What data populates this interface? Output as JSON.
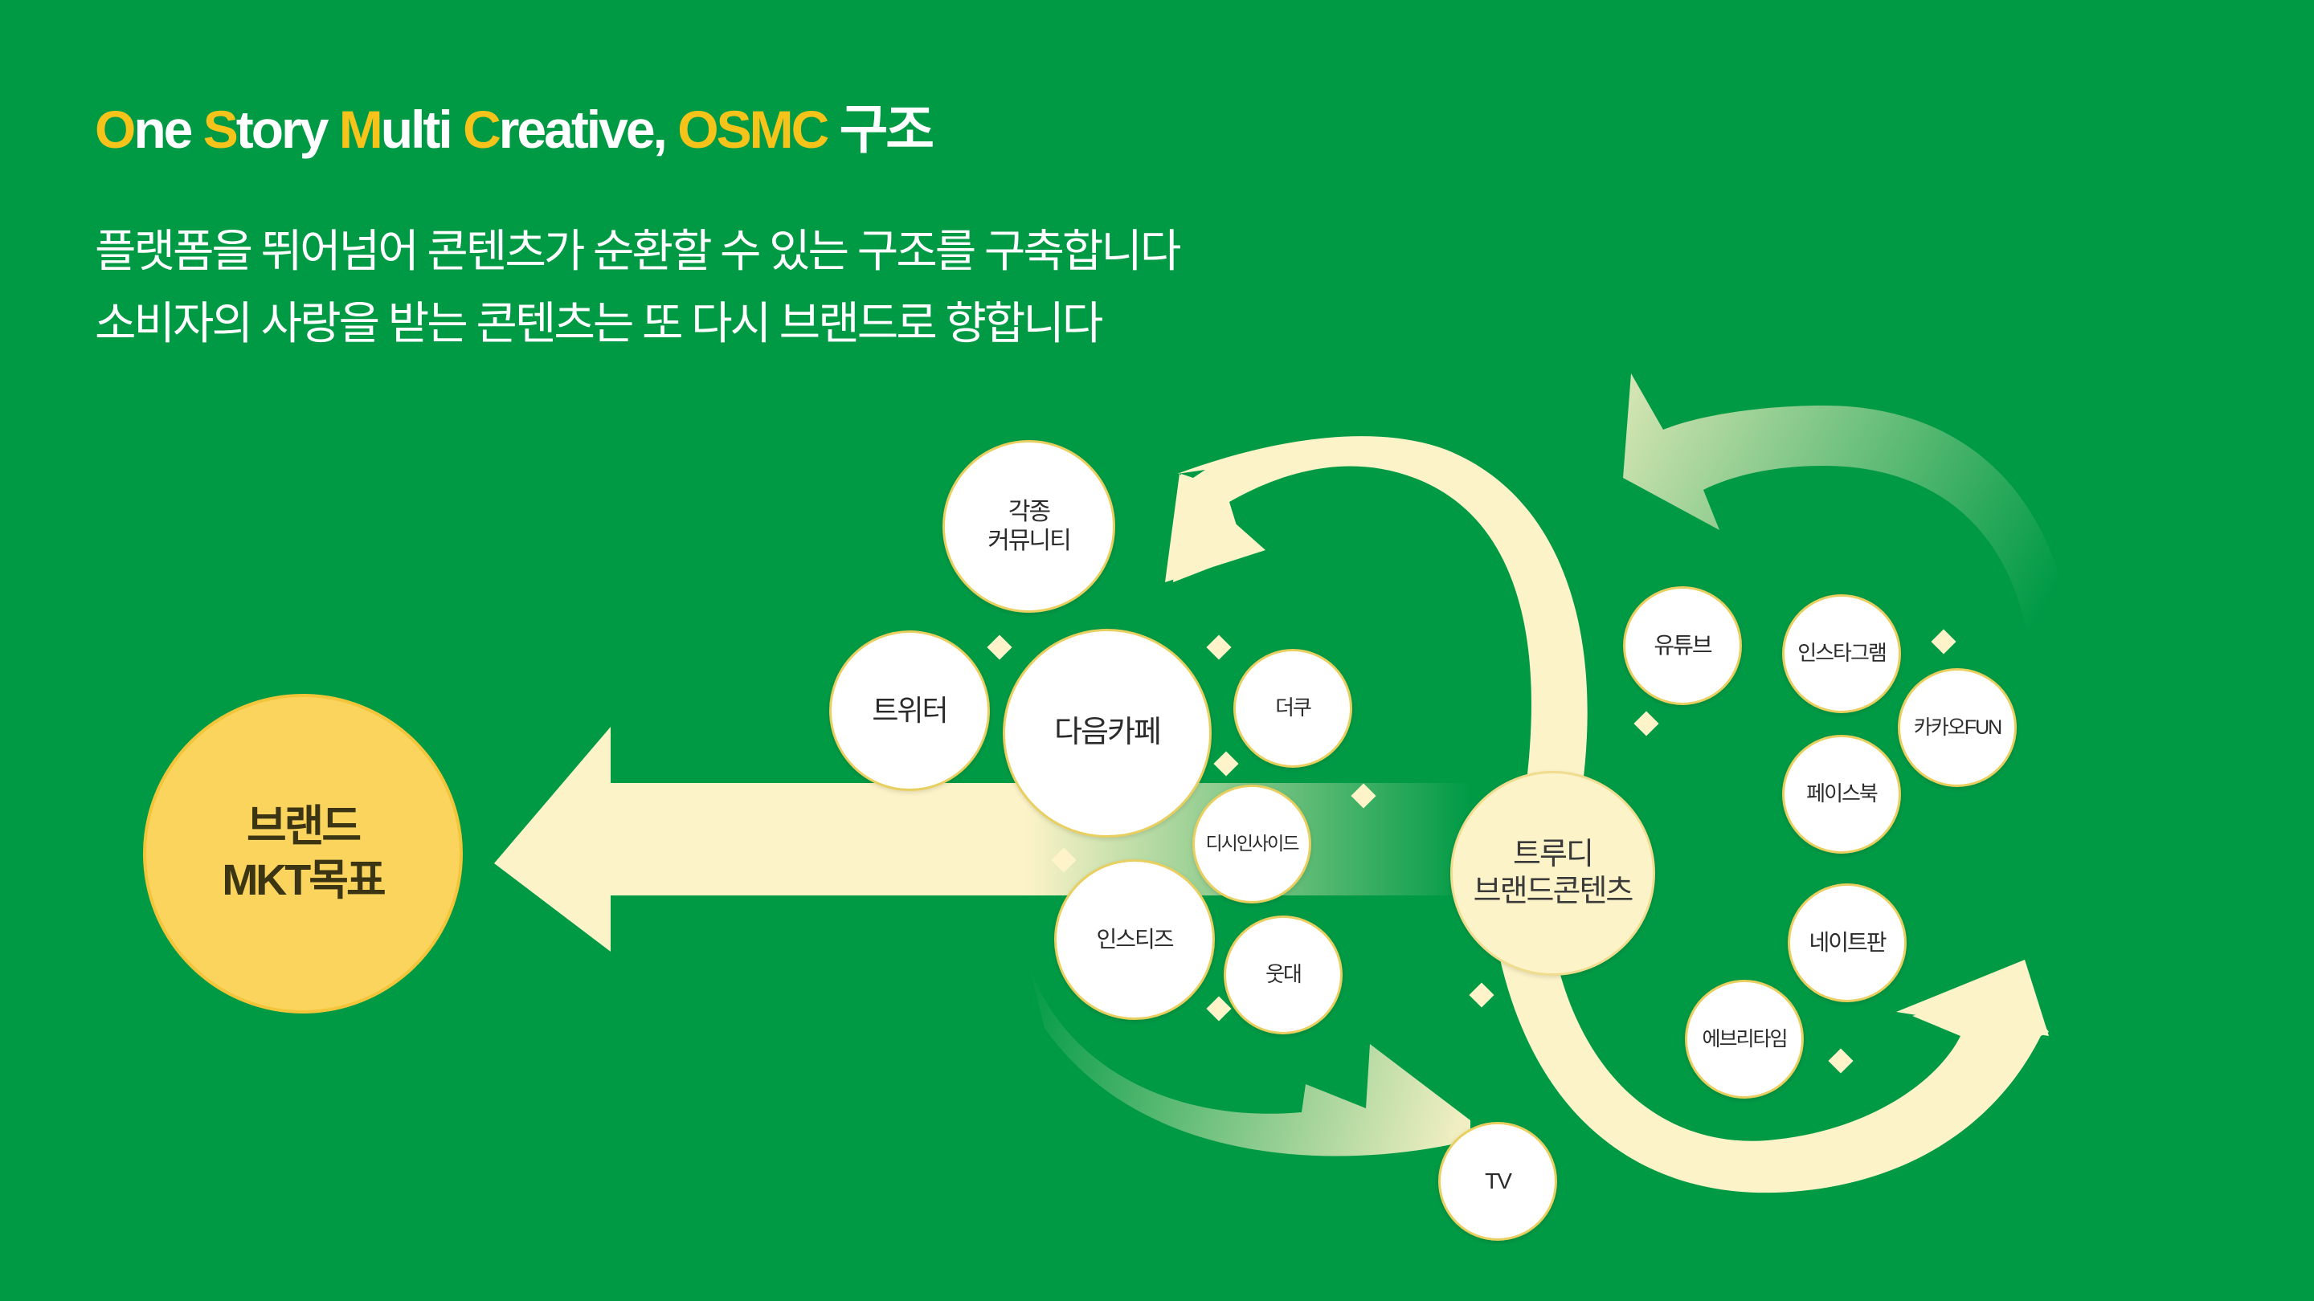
{
  "title": {
    "part1_hl": "O",
    "part1_rest": "ne ",
    "part2_hl": "S",
    "part2_rest": "tory ",
    "part3_hl": "M",
    "part3_rest": "ulti ",
    "part4_hl": "C",
    "part4_rest": "reative, ",
    "part5_hl": "OSMC",
    "part6": " 구조"
  },
  "subtitle_lines": [
    "플랫폼을 뛰어넘어 콘텐츠가 순환할 수 있는 구조를 구축합니다",
    "소비자의 사랑을 받는 콘텐츠는 또 다시 브랜드로 향합니다"
  ],
  "colors": {
    "background": "#009a45",
    "highlight": "#f5c31a",
    "arrow": "#fdf3c8",
    "goal": "#fbd45d"
  },
  "goal_node": "브랜드\nMKT목표",
  "hub_node": "트루디\n브랜드콘텐츠",
  "nodes": {
    "community": "각종\n커뮤니티",
    "twitter": "트위터",
    "daum_cafe": "다음카페",
    "theqoo": "더쿠",
    "dasi_insight": "디시인사이드",
    "instiz": "인스티즈",
    "humor": "웃대",
    "youtube": "유튜브",
    "instagram": "인스타그램",
    "kakao_fun": "카카오FUN",
    "facebook": "페이스북",
    "nate_pann": "네이트판",
    "everytime": "에브리타임",
    "tv": "TV"
  }
}
